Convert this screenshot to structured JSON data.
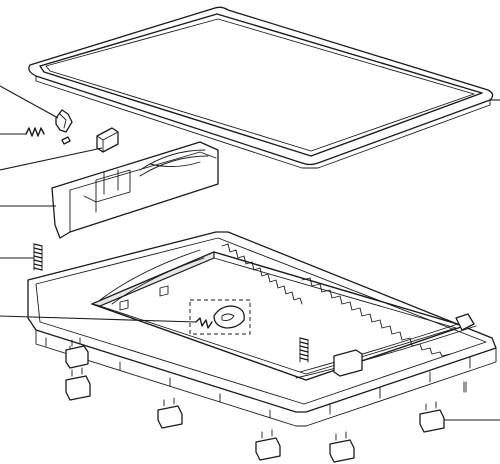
{
  "diagram": {
    "parts": [
      {
        "id": "seal-frame",
        "callout": ""
      },
      {
        "id": "hinge-clip",
        "callout": ""
      },
      {
        "id": "spring-small",
        "callout": ""
      },
      {
        "id": "latch-cap",
        "callout": ""
      },
      {
        "id": "hinge-bracket",
        "callout": ""
      },
      {
        "id": "compression-spring",
        "callout": ""
      },
      {
        "id": "lock-plate",
        "callout": ""
      },
      {
        "id": "base-frame",
        "callout": ""
      },
      {
        "id": "mounting-clip",
        "callout": ""
      }
    ],
    "colors": {
      "line": "#1a1a1a",
      "background": "#ffffff",
      "shade": "#e6e6e6"
    }
  }
}
